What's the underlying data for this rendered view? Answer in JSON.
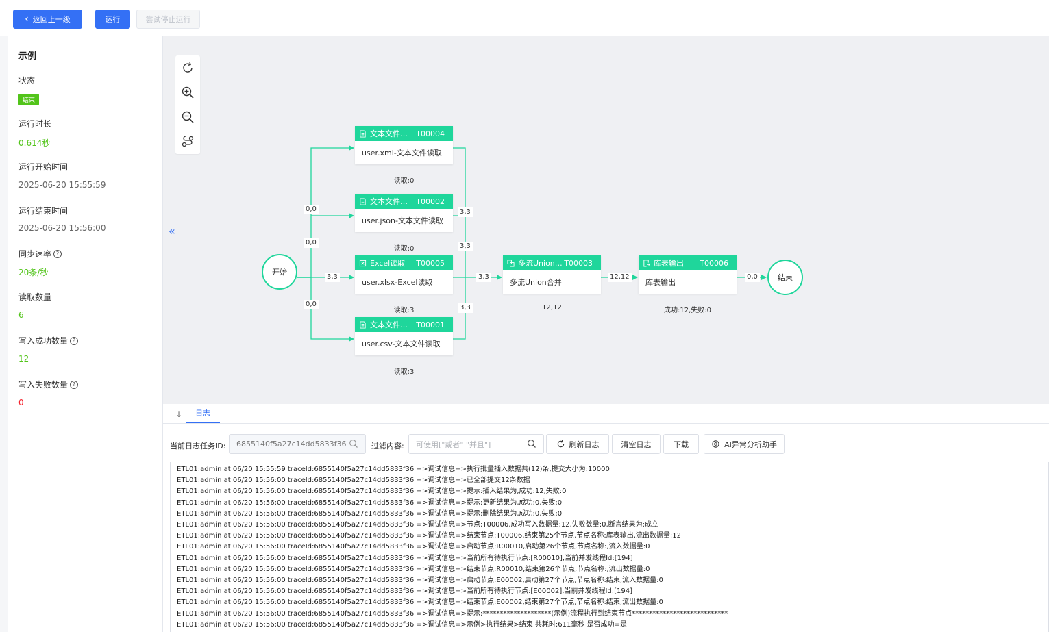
{
  "toolbar": {
    "back_label": "返回上一级",
    "run_label": "运行",
    "stop_label": "尝试停止运行"
  },
  "summary": {
    "title": "示例",
    "status_label": "状态",
    "status_value": "结束",
    "duration_label": "运行时长",
    "duration_value": "0.614秒",
    "start_label": "运行开始时间",
    "start_value": "2025-06-20 15:55:59",
    "end_label": "运行结束时间",
    "end_value": "2025-06-20 15:56:00",
    "rate_label": "同步速率",
    "rate_value": "20条/秒",
    "read_label": "读取数量",
    "read_value": "6",
    "write_ok_label": "写入成功数量",
    "write_ok_value": "12",
    "write_fail_label": "写入失败数量",
    "write_fail_value": "0",
    "help_glyph": "?"
  },
  "canvas": {
    "collapse_glyph": "«",
    "start_node": "开始",
    "end_node": "结束",
    "nodes": [
      {
        "title": "文本文件…",
        "code": "T00004",
        "body": "user.xml-文本文件读取",
        "stat": "读取:0",
        "icon": "file-icon"
      },
      {
        "title": "文本文件…",
        "code": "T00002",
        "body": "user.json-文本文件读取",
        "stat": "读取:0",
        "icon": "file-icon"
      },
      {
        "title": "Excel读取",
        "code": "T00005",
        "body": "user.xlsx-Excel读取",
        "stat": "读取:3",
        "icon": "excel-icon"
      },
      {
        "title": "文本文件…",
        "code": "T00001",
        "body": "user.csv-文本文件读取",
        "stat": "读取:3",
        "icon": "file-icon"
      },
      {
        "title": "多流Union…",
        "code": "T00003",
        "body": "多流Union合并",
        "stat": "12,12",
        "icon": "union-icon"
      },
      {
        "title": "库表输出",
        "code": "T00006",
        "body": "库表输出",
        "stat": "成功:12,失败:0",
        "icon": "db-output-icon"
      }
    ],
    "edges": {
      "start_t4": "0,0",
      "start_t2": "0,0",
      "start_t5": "3,3",
      "start_t1": "0,0",
      "t4_union": "3,3",
      "t2_union": "3,3",
      "t5_union": "3,3",
      "t1_union": "3,3",
      "union_out": "12,12",
      "out_end": "0,0"
    }
  },
  "log": {
    "download_glyph": "↓",
    "tab_label": "日志",
    "task_id_label": "当前日志任务ID:",
    "task_id_value": "6855140f5a27c14dd5833f36",
    "filter_label": "过滤内容:",
    "filter_placeholder": "可使用[\"或者\" \"并且\"]",
    "refresh_label": "刷新日志",
    "clear_label": "清空日志",
    "download_label": "下载",
    "ai_label": "AI异常分析助手",
    "lines": [
      "ETL01:admin at 06/20 15:55:59 traceId:6855140f5a27c14dd5833f36 =>调试信息=>执行批量插入数据共(12)条,提交大小为:10000",
      "ETL01:admin at 06/20 15:56:00 traceId:6855140f5a27c14dd5833f36 =>调试信息=>已全部提交12条数据",
      "ETL01:admin at 06/20 15:56:00 traceId:6855140f5a27c14dd5833f36 =>调试信息=>提示:插入结果为,成功:12,失败:0",
      "ETL01:admin at 06/20 15:56:00 traceId:6855140f5a27c14dd5833f36 =>调试信息=>提示:更新结果为,成功:0,失败:0",
      "ETL01:admin at 06/20 15:56:00 traceId:6855140f5a27c14dd5833f36 =>调试信息=>提示:删除结果为,成功:0,失败:0",
      "ETL01:admin at 06/20 15:56:00 traceId:6855140f5a27c14dd5833f36 =>调试信息=>节点:T00006,成功写入数据量:12,失败数量:0,断言结果为:成立",
      "ETL01:admin at 06/20 15:56:00 traceId:6855140f5a27c14dd5833f36 =>调试信息=>结束节点:T00006,结束第25个节点,节点名称:库表输出,流出数据量:12",
      "ETL01:admin at 06/20 15:56:00 traceId:6855140f5a27c14dd5833f36 =>调试信息=>启动节点:R00010,启动第26个节点,节点名称:,流入数据量:0",
      "ETL01:admin at 06/20 15:56:00 traceId:6855140f5a27c14dd5833f36 =>调试信息=>当前所有待执行节点:[R00010],当前并发线程Id:[194]",
      "ETL01:admin at 06/20 15:56:00 traceId:6855140f5a27c14dd5833f36 =>调试信息=>结束节点:R00010,结束第26个节点,节点名称:,流出数据量:0",
      "ETL01:admin at 06/20 15:56:00 traceId:6855140f5a27c14dd5833f36 =>调试信息=>启动节点:E00002,启动第27个节点,节点名称:结束,流入数据量:0",
      "ETL01:admin at 06/20 15:56:00 traceId:6855140f5a27c14dd5833f36 =>调试信息=>当前所有待执行节点:[E00002],当前并发线程Id:[194]",
      "ETL01:admin at 06/20 15:56:00 traceId:6855140f5a27c14dd5833f36 =>调试信息=>结束节点:E00002,结束第27个节点,节点名称:结束,流出数据量:0",
      "ETL01:admin at 06/20 15:56:00 traceId:6855140f5a27c14dd5833f36 =>调试信息=>提示:********************(示例)流程执行到结束节点****************************",
      "ETL01:admin at 06/20 15:56:00 traceId:6855140f5a27c14dd5833f36 =>调试信息=>示例>执行结果>结束 共耗时:611毫秒 是否成功=是"
    ]
  },
  "colors": {
    "primary": "#3470f5",
    "node_green": "#1fd69b",
    "success": "#52c41a",
    "danger": "#f5222d"
  }
}
